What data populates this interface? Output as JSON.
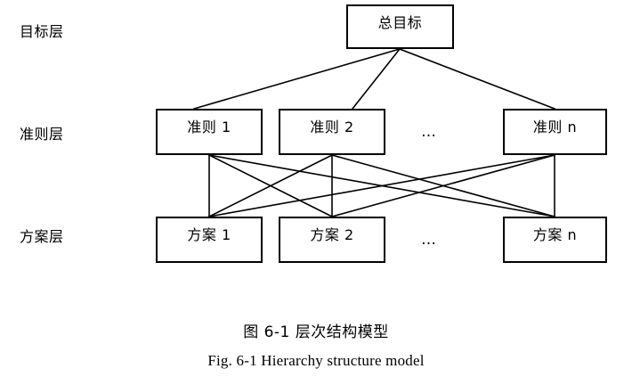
{
  "figure": {
    "caption_zh": "图 6-1  层次结构模型",
    "caption_en": "Fig. 6-1 Hierarchy structure model"
  },
  "layers": [
    {
      "id": "goal",
      "label": "目标层"
    },
    {
      "id": "criteria",
      "label": "准则层"
    },
    {
      "id": "scheme",
      "label": "方案层"
    }
  ],
  "nodes": {
    "goal": {
      "label": "总目标"
    },
    "criteria": [
      {
        "label": "准则 1"
      },
      {
        "label": "准则 2"
      },
      {
        "label": "准则 n"
      }
    ],
    "scheme": [
      {
        "label": "方案 1"
      },
      {
        "label": "方案 2"
      },
      {
        "label": "方案 n"
      }
    ]
  },
  "ellipsis": {
    "criteria": "…",
    "scheme": "…"
  },
  "style": {
    "line_color": "#000000",
    "box_border_color": "#000000",
    "background": "#ffffff",
    "text_color": "#000000"
  },
  "chart_data": {
    "type": "diagram",
    "title": "图 6-1  层次结构模型",
    "subtitle": "Fig. 6-1 Hierarchy structure model",
    "levels": [
      {
        "name": "目标层",
        "nodes": [
          "总目标"
        ]
      },
      {
        "name": "准则层",
        "nodes": [
          "准则 1",
          "准则 2",
          "准则 n"
        ]
      },
      {
        "name": "方案层",
        "nodes": [
          "方案 1",
          "方案 2",
          "方案 n"
        ]
      }
    ],
    "edges": [
      {
        "from": "总目标",
        "to": "准则 1"
      },
      {
        "from": "总目标",
        "to": "准则 2"
      },
      {
        "from": "总目标",
        "to": "准则 n"
      },
      {
        "from": "准则 1",
        "to": "方案 1"
      },
      {
        "from": "准则 1",
        "to": "方案 2"
      },
      {
        "from": "准则 1",
        "to": "方案 n"
      },
      {
        "from": "准则 2",
        "to": "方案 1"
      },
      {
        "from": "准则 2",
        "to": "方案 2"
      },
      {
        "from": "准则 2",
        "to": "方案 n"
      },
      {
        "from": "准则 n",
        "to": "方案 1"
      },
      {
        "from": "准则 n",
        "to": "方案 2"
      },
      {
        "from": "准则 n",
        "to": "方案 n"
      }
    ],
    "edge_count": 12,
    "note": "Goal connects to all criteria; criteria layer fully connected (bipartite) to scheme layer"
  }
}
